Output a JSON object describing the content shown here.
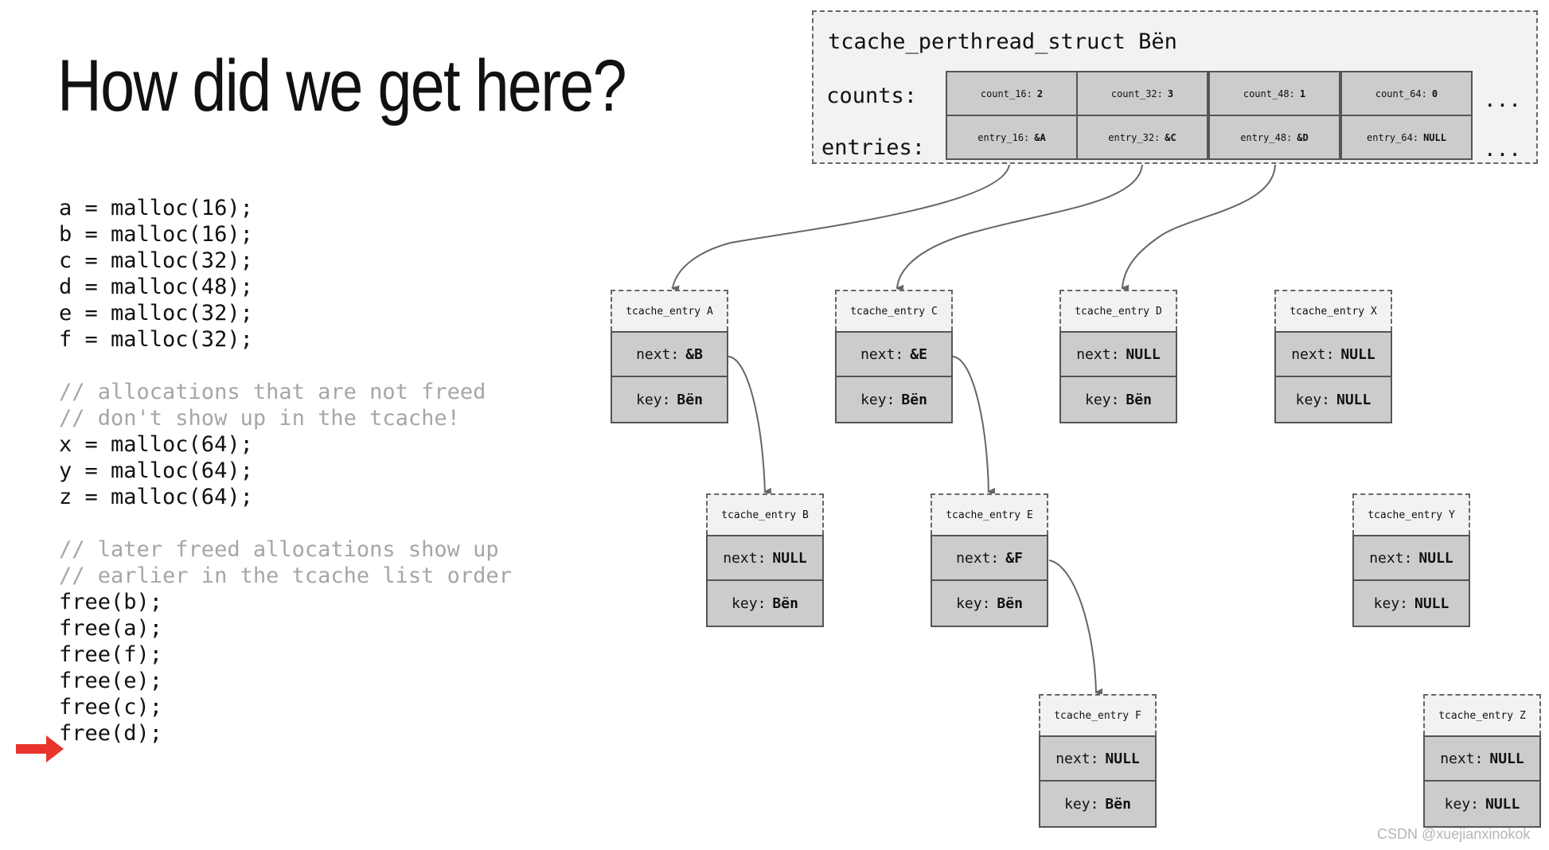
{
  "title": "How did we get here?",
  "code_lines": [
    {
      "text": "a = malloc(16);",
      "comment": false
    },
    {
      "text": "b = malloc(16);",
      "comment": false
    },
    {
      "text": "c = malloc(32);",
      "comment": false
    },
    {
      "text": "d = malloc(48);",
      "comment": false
    },
    {
      "text": "e = malloc(32);",
      "comment": false
    },
    {
      "text": "f = malloc(32);",
      "comment": false
    },
    {
      "text": "",
      "comment": false
    },
    {
      "text": "// allocations that are not freed",
      "comment": true
    },
    {
      "text": "// don't show up in the tcache!",
      "comment": true
    },
    {
      "text": "x = malloc(64);",
      "comment": false
    },
    {
      "text": "y = malloc(64);",
      "comment": false
    },
    {
      "text": "z = malloc(64);",
      "comment": false
    },
    {
      "text": "",
      "comment": false
    },
    {
      "text": "// later freed allocations show up",
      "comment": true
    },
    {
      "text": "// earlier in the tcache list order",
      "comment": true
    },
    {
      "text": "free(b);",
      "comment": false
    },
    {
      "text": "free(a);",
      "comment": false
    },
    {
      "text": "free(f);",
      "comment": false
    },
    {
      "text": "free(e);",
      "comment": false
    },
    {
      "text": "free(c);",
      "comment": false
    },
    {
      "text": "free(d);",
      "comment": false
    }
  ],
  "current_line_marker_color": "#e8352b",
  "struct": {
    "title": "tcache_perthread_struct Bën",
    "counts_label": "counts:",
    "entries_label": "entries:",
    "ellipsis": "...",
    "counts": [
      {
        "name": "count_16:",
        "value": "2"
      },
      {
        "name": "count_32:",
        "value": "3"
      },
      {
        "name": "count_48:",
        "value": "1"
      },
      {
        "name": "count_64:",
        "value": "0"
      }
    ],
    "entries": [
      {
        "name": "entry_16:",
        "value": "&A"
      },
      {
        "name": "entry_32:",
        "value": "&C"
      },
      {
        "name": "entry_48:",
        "value": "&D"
      },
      {
        "name": "entry_64:",
        "value": "NULL"
      }
    ]
  },
  "tcache_entries": {
    "A": {
      "title": "tcache_entry A",
      "next_label": "next:",
      "next": "&B",
      "key_label": "key:",
      "key": "Bën"
    },
    "B": {
      "title": "tcache_entry B",
      "next_label": "next:",
      "next": "NULL",
      "key_label": "key:",
      "key": "Bën"
    },
    "C": {
      "title": "tcache_entry C",
      "next_label": "next:",
      "next": "&E",
      "key_label": "key:",
      "key": "Bën"
    },
    "D": {
      "title": "tcache_entry D",
      "next_label": "next:",
      "next": "NULL",
      "key_label": "key:",
      "key": "Bën"
    },
    "E": {
      "title": "tcache_entry E",
      "next_label": "next:",
      "next": "&F",
      "key_label": "key:",
      "key": "Bën"
    },
    "F": {
      "title": "tcache_entry F",
      "next_label": "next:",
      "next": "NULL",
      "key_label": "key:",
      "key": "Bën"
    },
    "X": {
      "title": "tcache_entry X",
      "next_label": "next:",
      "next": "NULL",
      "key_label": "key:",
      "key": "NULL"
    },
    "Y": {
      "title": "tcache_entry Y",
      "next_label": "next:",
      "next": "NULL",
      "key_label": "key:",
      "key": "NULL"
    },
    "Z": {
      "title": "tcache_entry Z",
      "next_label": "next:",
      "next": "NULL",
      "key_label": "key:",
      "key": "NULL"
    }
  },
  "watermark": "CSDN @xuejianxinokok"
}
